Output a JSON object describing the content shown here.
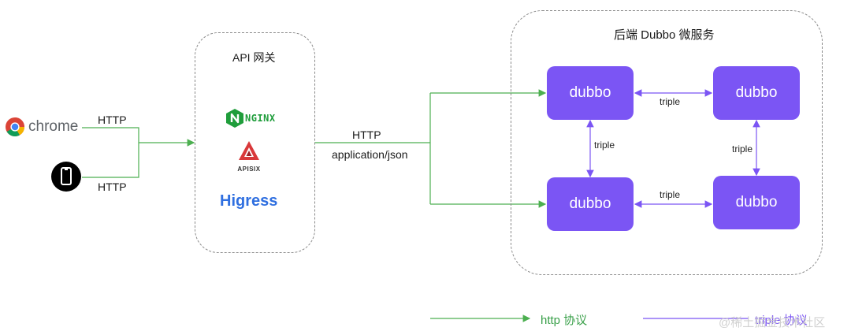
{
  "clients": {
    "browser_label": "chrome",
    "browser_icon": "chrome-icon",
    "phone_icon": "smartphone-icon",
    "http_label_top": "HTTP",
    "http_label_bottom": "HTTP"
  },
  "gateway": {
    "title": "API 网关",
    "logos": {
      "nginx": "NGINX",
      "apisix": "APISIX",
      "higress": "Higress"
    }
  },
  "connection": {
    "line1": "HTTP",
    "line2": "application/json"
  },
  "backend": {
    "title": "后端 Dubbo 微服务",
    "service_label": "dubbo",
    "edge_label": "triple"
  },
  "legend": {
    "http": "http 协议",
    "triple": "triple 协议"
  },
  "watermark": "@稀土掘金技术社区",
  "colors": {
    "http_line": "#4caf50",
    "triple_line": "#7b55f4",
    "service_fill": "#7b55f4",
    "nginx": "#1f9d3b",
    "apisix": "#d9383a",
    "higress": "#2f6fe0"
  }
}
